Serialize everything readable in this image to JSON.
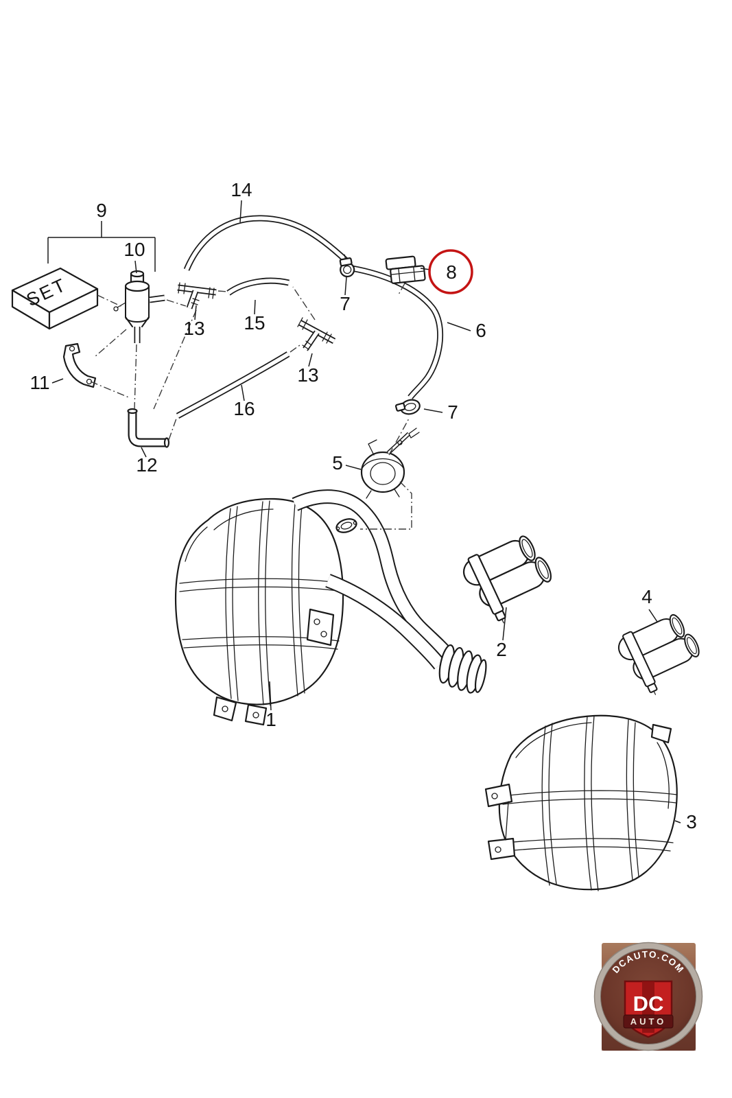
{
  "diagram": {
    "set_box_label": "SET",
    "highlight_color": "#c41414",
    "callouts": {
      "part1": "1",
      "part2": "2",
      "part3": "3",
      "part4": "4",
      "part5": "5",
      "part6": "6",
      "part7a": "7",
      "part7b": "7",
      "part8": "8",
      "part9": "9",
      "part10": "10",
      "part11": "11",
      "part12": "12",
      "part13a": "13",
      "part13b": "13",
      "part14": "14",
      "part15": "15",
      "part16": "16"
    }
  },
  "logo": {
    "arc_text": "DCAUTO.COM",
    "shield_text": "DC",
    "band_text": "AUTO",
    "colors": {
      "shield_red": "#c32020",
      "band_dark": "#5c1313",
      "ring_gray": "#b6ada4"
    }
  }
}
